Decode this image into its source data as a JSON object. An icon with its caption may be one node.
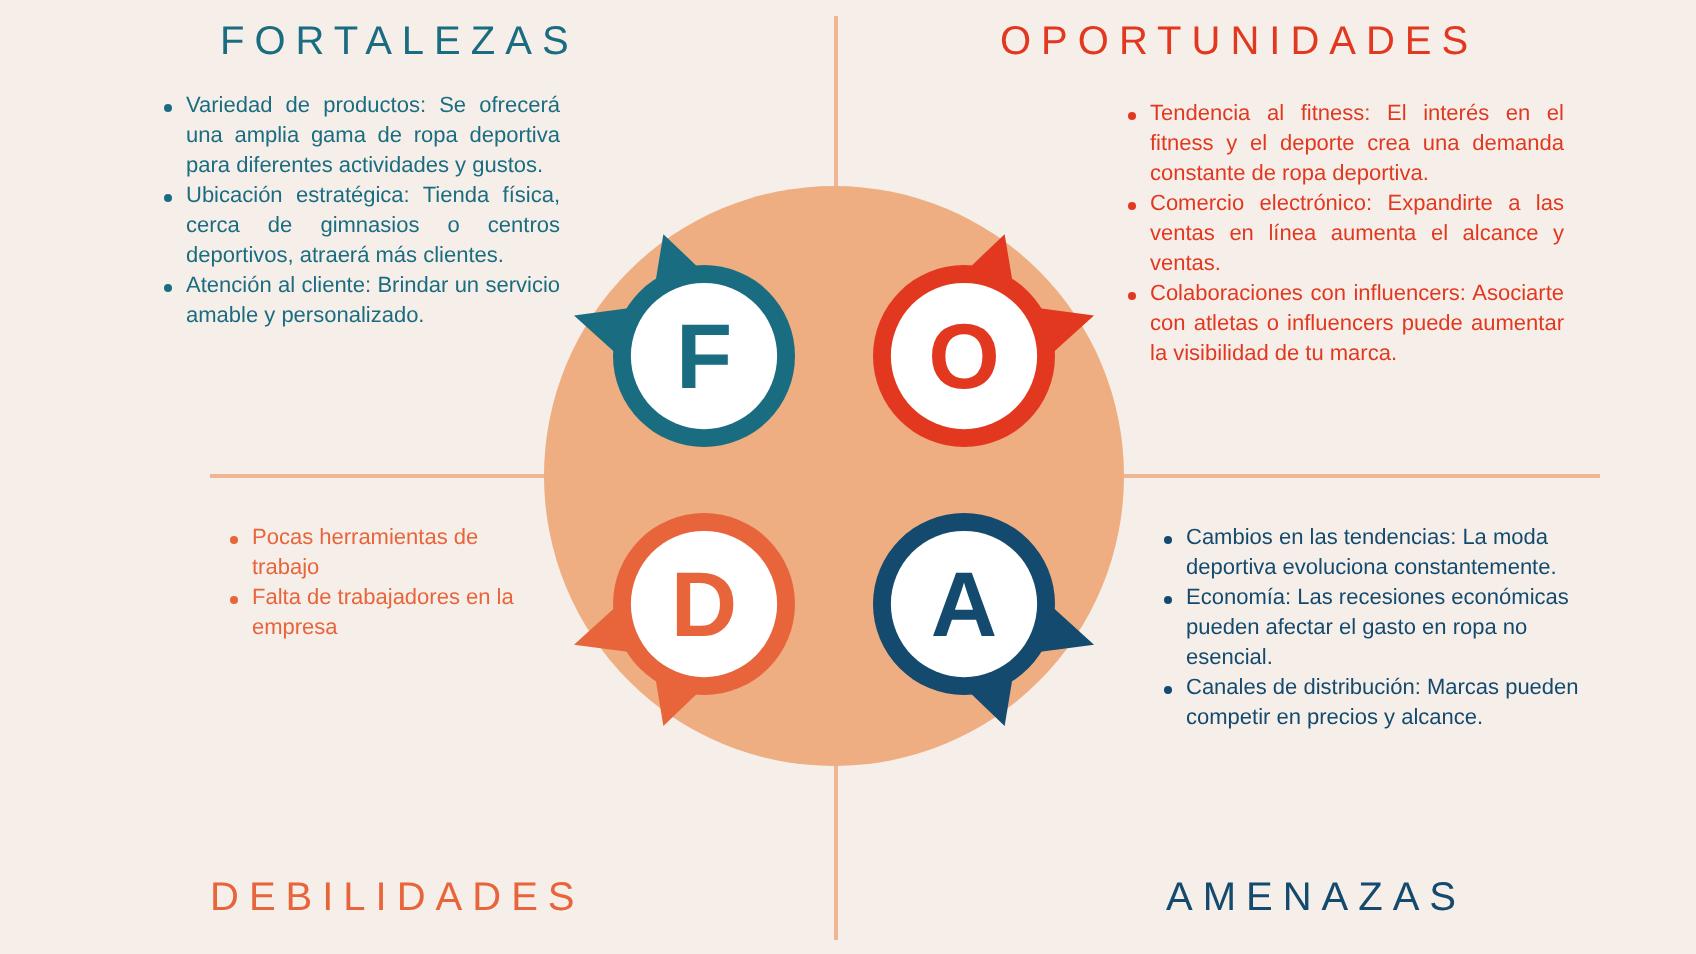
{
  "diagram": {
    "nodes": [
      {
        "text": [
          "F"
        ]
      },
      {
        "text": [
          "O"
        ]
      },
      {
        "text": [
          "D"
        ]
      },
      {
        "text": [
          "A"
        ]
      }
    ],
    "labels": [
      "FORTALEZAS",
      "Variedad de productos: Se ofrecerá una amplia gama de ropa deportiva para diferentes actividades y gustos.",
      "Ubicación estratégica: Tienda física,  cerca de gimnasios o centros deportivos, atraerá más clientes.",
      "Atención al cliente: Brindar un servicio amable y personalizado.",
      "OPORTUNIDADES",
      "Tendencia al fitness: El interés en el fitness y el deporte crea una demanda constante de ropa deportiva.",
      "Comercio electrónico: Expandirte a las ventas en línea aumenta el alcance y ventas.",
      "Colaboraciones con influencers: Asociarte con atletas o influencers puede aumentar la visibilidad de tu marca.",
      "DEBILIDADES",
      "Pocas herramientas de trabajo",
      "Falta de trabajadores en la empresa",
      "AMENAZAS",
      "Cambios en las tendencias: La moda deportiva evoluciona constantemente.",
      "Economía: Las recesiones económicas pueden afectar el gasto en ropa no esencial.",
      "Canales de distribución: Marcas pueden competir en precios y alcance."
    ]
  }
}
